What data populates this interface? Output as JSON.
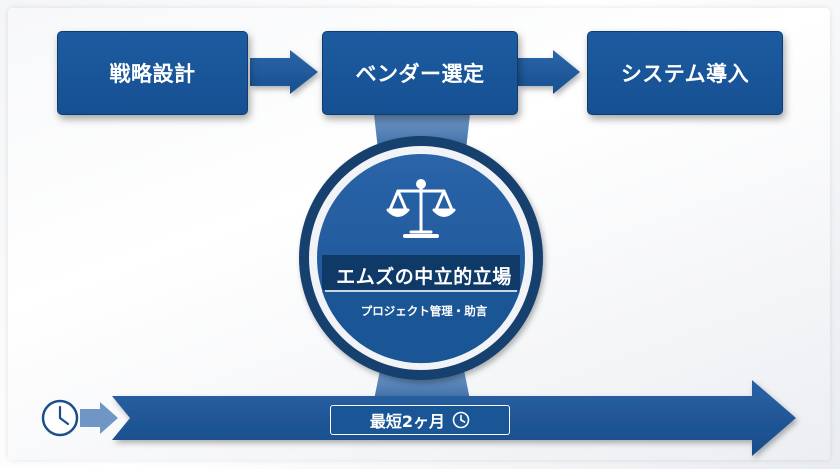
{
  "steps": [
    {
      "label": "戦略設計"
    },
    {
      "label": "ベンダー選定"
    },
    {
      "label": "システム導入"
    }
  ],
  "center": {
    "title": "エムズの中立的立場",
    "subtitle": "プロジェクト管理・助言",
    "icon": "scales-icon"
  },
  "timeline": {
    "label": "最短2ヶ月",
    "icon": "clock-icon"
  },
  "colors": {
    "primary": "#1a5596",
    "dark": "#0f3a68",
    "connector": "#4a7fb8"
  }
}
